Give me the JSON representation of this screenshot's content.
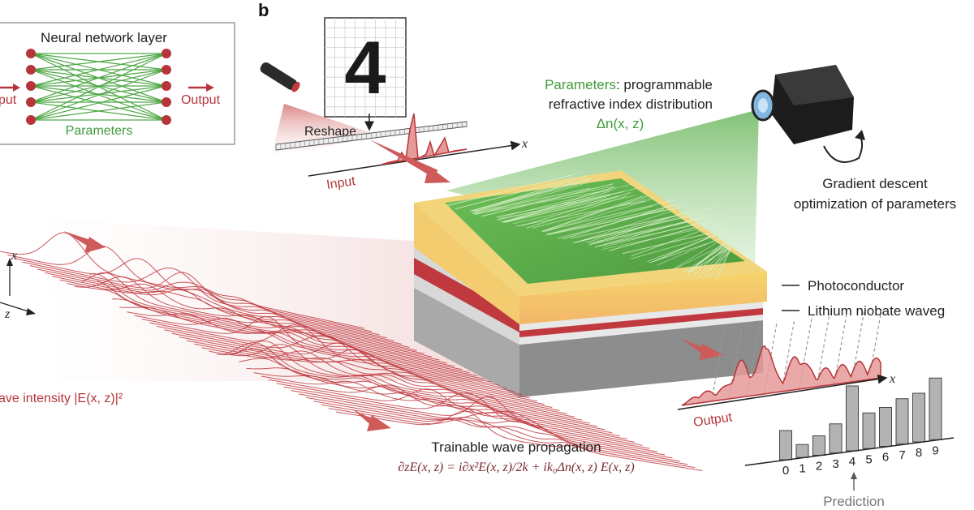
{
  "panel_a": {
    "title": "Neural network layer",
    "input_label": "Input",
    "input_label_visible": "put",
    "output_label": "Output",
    "parameters_label": "Parameters"
  },
  "panel_b": {
    "panel_letter": "b",
    "input_digit": "4",
    "reshape_label": "Reshape",
    "input_label": "Input",
    "x_axis_label": "x",
    "params_word": "Parameters",
    "params_rest": ": programmable",
    "params_line2": "refractive index distribution",
    "params_line3": "Δn(x, z)",
    "gradient_line1": "Gradient descent",
    "gradient_line2": "optimization of parameters",
    "photoconductor_label": "Photoconductor",
    "waveguide_label": "Lithium niobate waveg",
    "wave_x_label": "x",
    "wave_z_label": "z",
    "wave_intensity_label": "ave intensity |E(x, z)|²",
    "trainable_title": "Trainable wave propagation",
    "equation": "∂zE(x, z) = i∂x²E(x, z)/2k + ik₀Δn(x, z) E(x, z)",
    "output_label": "Output",
    "output_x_label": "x",
    "prediction_label": "Prediction"
  },
  "histogram": {
    "type": "bar",
    "categories": [
      "0",
      "1",
      "2",
      "3",
      "4",
      "5",
      "6",
      "7",
      "8",
      "9"
    ],
    "values": [
      0.45,
      0.2,
      0.3,
      0.45,
      1.0,
      0.55,
      0.6,
      0.7,
      0.75,
      0.95
    ],
    "predicted": "4"
  },
  "colors": {
    "red": "#b5353a",
    "green": "#3f9a3a",
    "text": "#222222",
    "wave": "#c0393f"
  }
}
